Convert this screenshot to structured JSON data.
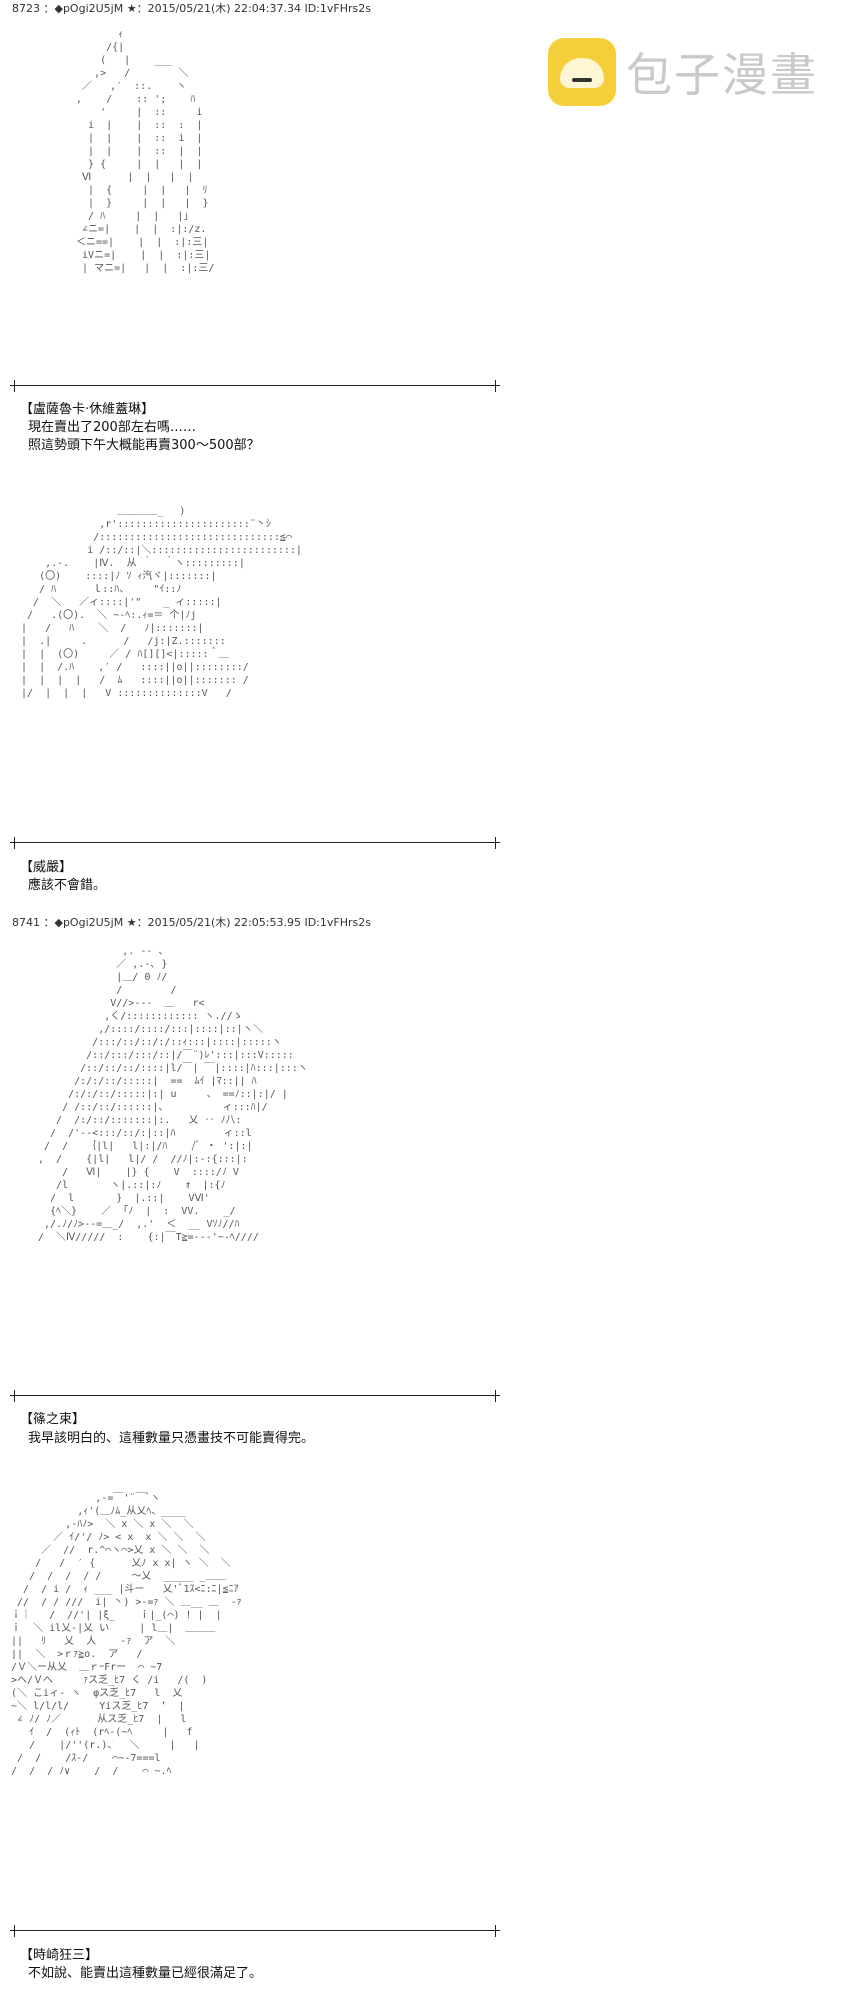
{
  "watermark": {
    "text": "包子漫畫",
    "icon": "bun-logo-icon"
  },
  "posts": [
    {
      "header": "8723 ：◆pOgi2U5jM ★：2015/05/21(木) 22:04:37.34 ID:1vFHrs2s",
      "speaker": "【盧薩魯卡·休維蓋琳】",
      "lines": [
        "現在賣出了200部左右嗎……",
        "照這勢頭下午大概能再賣300～500部？"
      ]
    },
    {
      "speaker": "【威嚴】",
      "lines": [
        "應該不會錯。"
      ]
    },
    {
      "header": "8741 ：◆pOgi2U5jM ★：2015/05/21(木) 22:05:53.95 ID:1vFHrs2s",
      "speaker": "【篠之束】",
      "lines": [
        "我早該明白的、這種數量只憑畫技不可能賣得完。"
      ]
    },
    {
      "speaker": "【時崎狂三】",
      "lines": [
        "不如說、能賣出這種數量已經很滿足了。"
      ]
    }
  ],
  "art": [
    "        ｨ\n      /{|\n     (   |    ___\n    ,>   /        ＼\n  ／   ,′  ::.    ヽ\n ,    /    :: ';    ﾊ\n     '     |  ::     i\n   i  |    |  ::  :  |\n   |  |    |  ::  i  |\n   |  |    |  ::  |  |\n   } {     |  |   |  |\n  Ⅵ      |  |   |  |\n   |  {     |  |   |  ﾘ\n   |  }     |  |   |  }\n   / ﾊ     |  |   |｣\n  ∠ニ=|    |  |  :|:/z.\n ＜ニ==|    |  |  :|:三|\n  iVニ=|    |  |  :|:三|\n  | マニ=|   |  |  :|:三/",
    "                 ＿＿＿＿_ 　)\n              ,r'::::::::::::::::::::::¨丶ｼ\n             /::::::::::::::::::::::::::::::≦⌒\n            i /::/::|＼::::::::::::::::::::::::|\n     ,.-.    |Ⅳ.  从 ｀  ｀ヽ:::::::::|\n    (〇)    ::::|ﾉ ｿ ｨ汽ヾ|:::::::|\n    / ﾊ      ｌ::ﾊ、    \"ｲ::ﾉ\n   /  ＼   ／ィ::::|'\"  　_ ィ:::::|\n  /   .(〇).  ＼ ~-ﾍ:.ｨ=＝ 个|ﾉj\n |   /   ﾊ    ＼  /   ﾉ|:::::::|\n |  .|     .      /   /j:|Ζ.:::::::\n |  |  (〇)     ／ / ﾊ[][]<|:::::＾＿\n |  |  /.ﾊ    ,′ /   ::::||o||::::::::/\n |  |  |  |   /  ﾑ   ::::||o||::::::: /\n |/  |  |  |   V ::::::::::::::V   /",
    "              ,. -- 、\n             ／ ,.-､ }\n             |＿/ 0 ﾉ/\n             /        /\n            V//>---  ＿   r<\n           ,く/:::::::::::: ヽ.//ゝ\n          ,/::::/::::/:::|::::|::|ヽ＼\n         /:::/::/::/:/::ｨ:::|::::|:::::ヽ\n        /::/:::/:::/::|/￣¨)ﾚ':::|:::V:::::\n       /::/::/::/::::|l/￣| ￣|::::|ﾊ:::|:::ヽ\n      /:/:/::/:::::|  ==  ﾑｲ |ﾏ::|| ﾊ\n     /:/:/::/:::::|:| u     、 ==ﾉ::|:|/ |\n    / /::/::/::::::|、         ィ:::ﾊ|/\n   /  /:/::/:::::::|:.   乂 ‥ ﾉ八:\n  /  /'--<:::/::/:|::|ﾊ        ィ::l\n /  /   ｛|l|   l|:|/ﾊ    /ﾞ ・ ':|:|\n,  /    {|l|   l|/ /  //ﾉ|:-:{:::|:\n    /   Ⅵ|    |} {    V  ::::/ﾉ V\n   /l       ヽ|.::|:ﾉ    ｫ  |:{ﾉ\n  /  l       }  |.::|    VⅥ'\n  {ﾍ＼}    ／  ｢ﾉ  |  :  VV.    _/\n ,/.ﾉ/ﾉ>--=＿_/  ,.'  ＜  __ Vｿﾉ//ﾊ\n/  ＼Ⅳ/////  :    {:|￣T≧=---'~-ﾍ////",
    "               ,-=￣'¨￣ﾞヽ\n            ,ｨ'(＿ﾉﾑ_从乂ﾍ、____\n          ,-ﾊﾉ>  ＼ x ＼ x ＼  ＼\n        ／ ｲ/'/ ﾉ> < x  x ＼ ＼  ＼\n      ／  //  r.^⌒ヽ⌒>乂 x ＼ ＼  ＼\n     /   /  ′ {      乂ﾉ x x| ヽ ＼  ＼\n    /  /  /  / /     ～乂  _____ _＿＿\n   /  / i /  ｨ ___ |斗ー   乂'ﾞ1ｽ<ﾆ:ﾆ|≦ﾆｱ\n  //  / / ///  i| 丶) >-=ｧ ＼ ＿__ ＿  ‐ｧ\n ｉ｜   /  //'| |ξ_    ｉ|_(⌒) ! |  |\n ｉ  ＼ il乂-|乂 い     | l＿|  ＿＿＿\n ||   ﾘ   乂  人    -ｧ  ア  ＼\n ||  ＼  >ｒｧ≧o.  ア   /\n /Ｖ＼ー从乂  ＿ｒｰFrー  ⌒ ~7\n >へ/Ｖへ     ｧス乏_ﾋ7 く /i   /(  )\n (＼ こiィ‐ ヽ  φス乏_ﾋ7   l  乂\n ~＼ l/l/l/     Yiス乏_ﾋ7  ’  |\n  ∠ ﾉ/ ﾉ／      从ス乏_ﾋ7  |   l\n    ｲ  /  (ｨﾄ  (rﾍ-(~ﾍ     |   f\n    /    |/''(r.)、  ＼     |   |\n  /  /    /ｽ-/    ⌒~-7===l\n /  /  / ﾉ∨    /  /    ⌒ ~.ﾍ"
  ]
}
